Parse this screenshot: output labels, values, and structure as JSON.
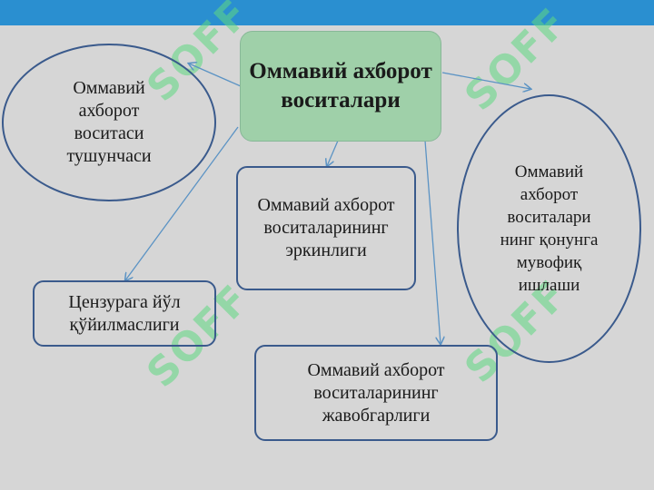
{
  "colors": {
    "background": "#d6d6d6",
    "top_bar": "#2a8fd0",
    "center_fill": "#9fd0a9",
    "outline": "#3a5a8c",
    "watermark": "#5fd882"
  },
  "watermark": "SOFF",
  "center": {
    "label": "Оммавий ахборот воситалари"
  },
  "nodes": [
    {
      "label": "Оммавий ахборот воситаси тушунчаси"
    },
    {
      "label": "Оммавий ахборот воситаларининг эркинлиги"
    },
    {
      "label": "Оммавий ахборот воситалари нинг қонунга мувофиқ ишлаши"
    },
    {
      "label": "Цензурага йўл қўйилмаслиги"
    },
    {
      "label": "Оммавий ахборот воситаларининг жавобгарлиги"
    }
  ]
}
